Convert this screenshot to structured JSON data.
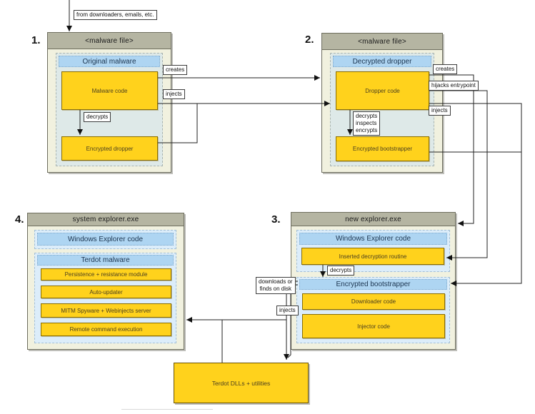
{
  "top": {
    "source_label": "from downloaders, emails, etc."
  },
  "colors": {
    "yellow": "#FFD21C",
    "yellow_border": "#8A6D00",
    "blue_bar": "#AED5F2",
    "panel_blue": "#DCEDFA",
    "panel_gray": "#DEE9E8",
    "box_header": "#B5B5A2",
    "box_body": "#F1F1DF"
  },
  "box1": {
    "number": "1.",
    "title": "<malware file>",
    "section_title": "Original malware",
    "code_box": "Malware code",
    "decrypts_label": "decrypts",
    "bottom_box": "Encrypted dropper",
    "creates_label": "creates",
    "injects_label": "injects"
  },
  "box2": {
    "number": "2.",
    "title": "<malware file>",
    "section_title": "Decrypted dropper",
    "code_box": "Dropper code",
    "process_labels": [
      "decrypts",
      "inspects",
      "encrypts"
    ],
    "bottom_box": "Encrypted bootstrapper",
    "creates_label": "creates",
    "hijacks_label": "hijacks entrypoint",
    "injects_label": "injects"
  },
  "box3": {
    "number": "3.",
    "title": "new explorer.exe",
    "section1_title": "Windows Explorer code",
    "section1_box": "Inserted decryption routine",
    "decrypts_label": "decrypts",
    "section2_title": "Encrypted bootstrapper",
    "downloader_box": "Downloader code",
    "injector_box": "Injector code",
    "downloads_label": [
      "downloads or",
      "finds on disk"
    ],
    "injects_label": "injects"
  },
  "box4": {
    "number": "4.",
    "title": "system explorer.exe",
    "section1_title": "Windows Explorer code",
    "section2_title": "Terdot malware",
    "modules": [
      "Persistence + resistance module",
      "Auto-updater",
      "MITM Spyware + Webinjects server",
      "Remote command execution"
    ]
  },
  "dlls_box": {
    "label": "Terdot DLLs + utilities"
  }
}
